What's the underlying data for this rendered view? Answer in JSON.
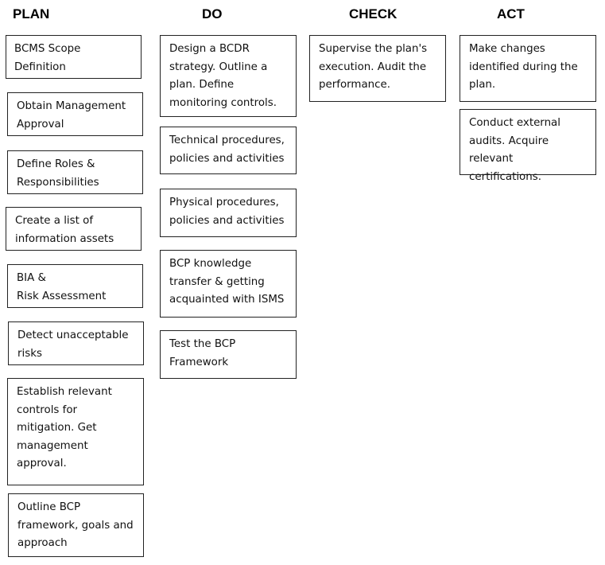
{
  "columns": {
    "plan": {
      "title": "PLAN",
      "boxes": [
        "BCMS Scope\nDefinition",
        "Obtain Management\nApproval",
        "Define Roles &\nResponsibilities",
        "Create a list of\ninformation assets",
        "BIA &\nRisk Assessment",
        "Detect unacceptable\nrisks",
        "Establish relevant\ncontrols for\nmitigation. Get\nmanagement\napproval.",
        "Outline BCP\nframework, goals and\napproach"
      ]
    },
    "do": {
      "title": "DO",
      "boxes": [
        "Design a BCDR\nstrategy. Outline a\nplan. Define\nmonitoring controls.",
        "Technical procedures,\npolicies and activities",
        "Physical procedures,\npolicies and activities",
        "BCP knowledge\ntransfer & getting\nacquainted with ISMS",
        "Test the BCP\nFramework"
      ]
    },
    "check": {
      "title": "CHECK",
      "boxes": [
        "Supervise the plan's\nexecution. Audit the\nperformance."
      ]
    },
    "act": {
      "title": "ACT",
      "boxes": [
        "Make changes\nidentified during the\nplan.",
        "Conduct external\naudits. Acquire\nrelevant certifications."
      ]
    }
  }
}
